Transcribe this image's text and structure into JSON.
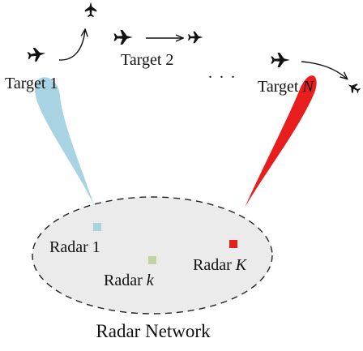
{
  "targets": [
    {
      "label": "Target 1",
      "color": "#a8d3e3"
    },
    {
      "label": "Target 2"
    },
    {
      "label_prefix": "Target ",
      "label_var": "N",
      "color": "#e81e1e"
    }
  ],
  "ellipsis": ". . .",
  "radars": [
    {
      "label": "Radar 1",
      "color": "#a8d3e3"
    },
    {
      "label_prefix": "Radar ",
      "label_var": "k",
      "color": "#bfd6a0"
    },
    {
      "label_prefix": "Radar ",
      "label_var": "K",
      "color": "#e81e1e"
    }
  ],
  "network": {
    "label": "Radar Network",
    "fill": "#ebebeb"
  },
  "icons": [
    "airplane-icon",
    "arrow-icon"
  ]
}
